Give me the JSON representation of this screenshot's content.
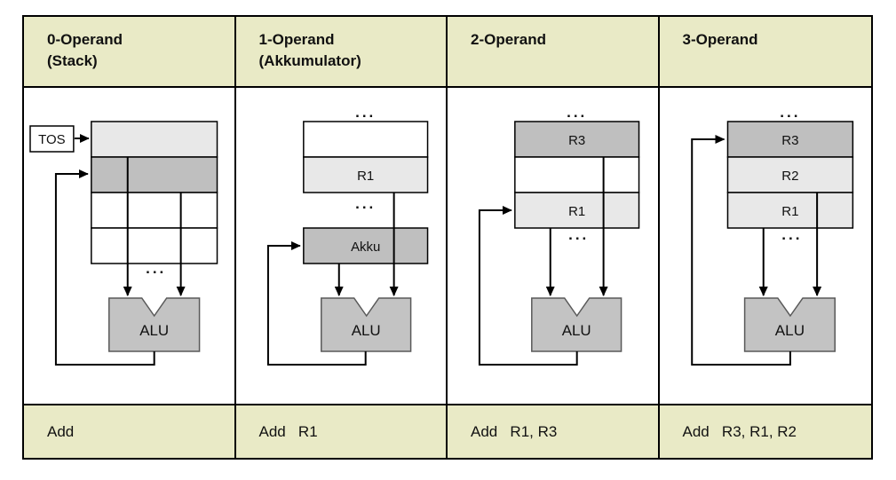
{
  "colors": {
    "page_bg": "#ffffff",
    "header_bg": "#e9eac6",
    "cell_light": "#e8e8e8",
    "cell_dark": "#bfbfbf",
    "alu_fill": "#c3c3c3",
    "alu_stroke": "#595959",
    "border": "#000000"
  },
  "columns": [
    {
      "header_line1": "0-Operand",
      "header_line2": "(Stack)",
      "instruction": "Add",
      "tos_label": "TOS",
      "alu_label": "ALU",
      "ellipsis_bottom": "..."
    },
    {
      "header_line1": "1-Operand",
      "header_line2": "(Akkumulator)",
      "instruction": "Add   R1",
      "ellipsis_top": "...",
      "ellipsis_mid": "...",
      "registers": [
        "R1"
      ],
      "akku_label": "Akku",
      "alu_label": "ALU"
    },
    {
      "header_line1": "2-Operand",
      "header_line2": "",
      "instruction": "Add   R1, R3",
      "ellipsis_top": "...",
      "ellipsis_bottom": "...",
      "registers": [
        "R3",
        "R1"
      ],
      "alu_label": "ALU"
    },
    {
      "header_line1": "3-Operand",
      "header_line2": "",
      "instruction": "Add   R3, R1, R2",
      "ellipsis_top": "...",
      "ellipsis_bottom": "...",
      "registers": [
        "R3",
        "R2",
        "R1"
      ],
      "alu_label": "ALU"
    }
  ]
}
